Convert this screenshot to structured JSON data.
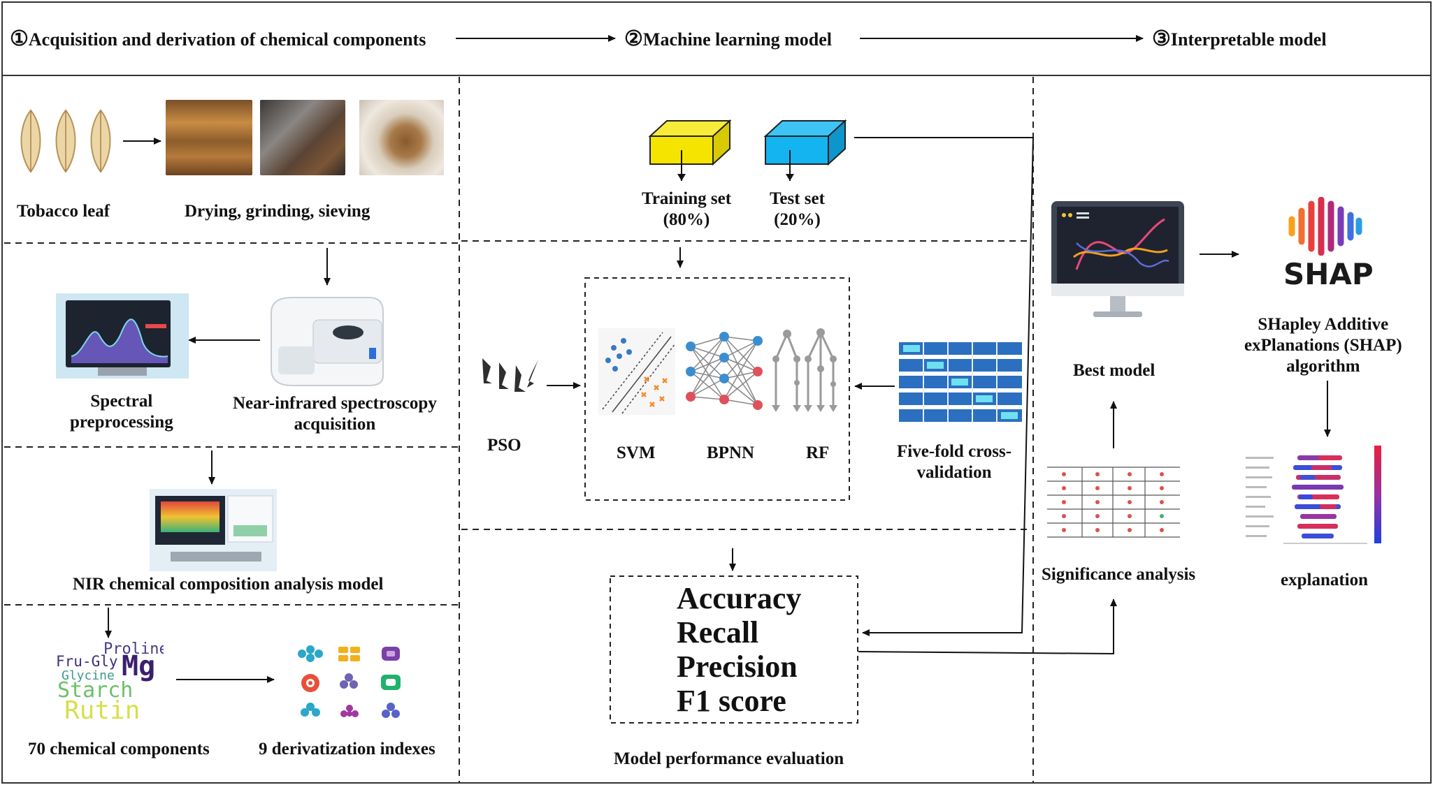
{
  "header": {
    "step1_num": "①",
    "step1_label": "Acquisition and derivation of chemical components",
    "step2_num": "②",
    "step2_label": "Machine learning model",
    "step3_num": "③",
    "step3_label": "Interpretable model"
  },
  "left": {
    "tobacco_leaf": "Tobacco leaf",
    "drying": "Drying, grinding, sieving",
    "spectral_pre_1": "Spectral",
    "spectral_pre_2": "preprocessing",
    "nir_acq_1": "Near-infrared spectroscopy",
    "nir_acq_2": "acquisition",
    "nir_model": "NIR chemical composition analysis model",
    "components": "70 chemical components",
    "indexes": "9 derivatization indexes",
    "wordcloud": {
      "w1": "Proline",
      "w2": "Fru-Gly",
      "w3": "Mg",
      "w4": "Glycine",
      "w5": "Starch",
      "w6": "Rutin"
    }
  },
  "middle": {
    "train_1": "Training set",
    "train_2": "(80%)",
    "test_1": "Test set",
    "test_2": "(20%)",
    "pso": "PSO",
    "svm": "SVM",
    "bpnn": "BPNN",
    "rf": "RF",
    "cv_1": "Five-fold cross-",
    "cv_2": "validation",
    "metrics": [
      "Accuracy",
      "Recall",
      "Precision",
      "F1 score"
    ],
    "eval": "Model performance evaluation"
  },
  "right": {
    "best_model": "Best model",
    "shap_logo": "SHAP",
    "shap_desc_1": "SHapley Additive",
    "shap_desc_2": "exPlanations (SHAP)",
    "shap_desc_3": "algorithm",
    "significance": "Significance analysis",
    "explanation": "explanation"
  },
  "colors": {
    "train_box": "#f5e400",
    "test_box": "#14b4f0",
    "frame": "#333333"
  }
}
